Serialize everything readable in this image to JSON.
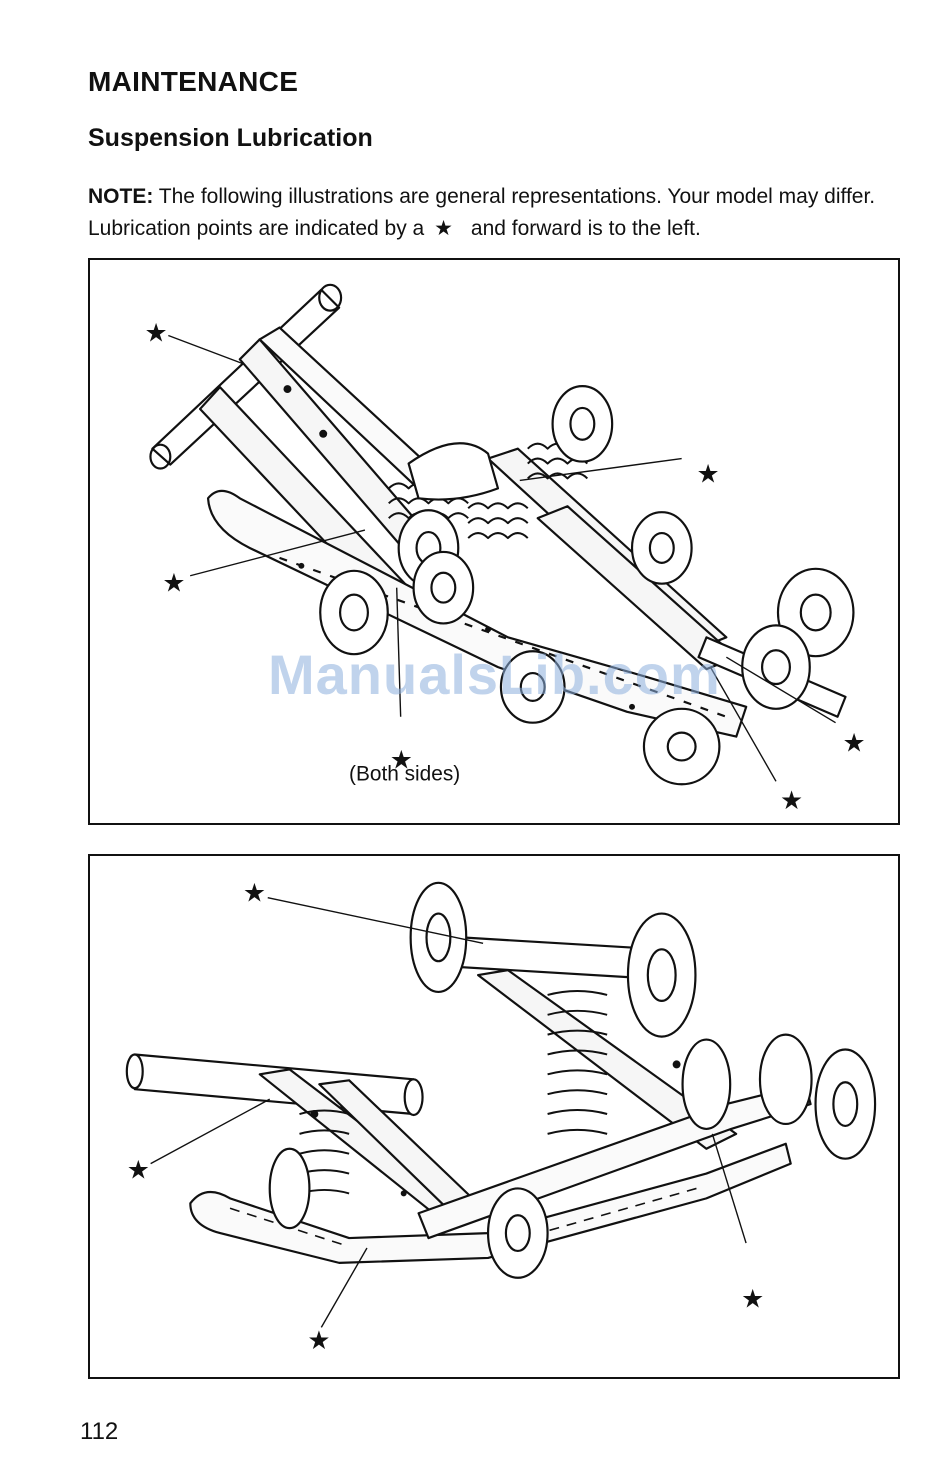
{
  "header": {
    "section_title": "MAINTENANCE",
    "subsection_title": "Suspension Lubrication"
  },
  "note": {
    "label": "NOTE:",
    "text_before_symbol": "The following illustrations are general representations.  Your model may differ.  Lubrication points are indicated by a",
    "symbol": "★",
    "text_after_symbol": "and forward is to the left."
  },
  "figures": [
    {
      "callout_symbol": "★",
      "label": "(Both sides)"
    },
    {
      "callout_symbol": "★"
    }
  ],
  "watermark": "ManualsLib.com",
  "footer": {
    "page_number": "112"
  }
}
